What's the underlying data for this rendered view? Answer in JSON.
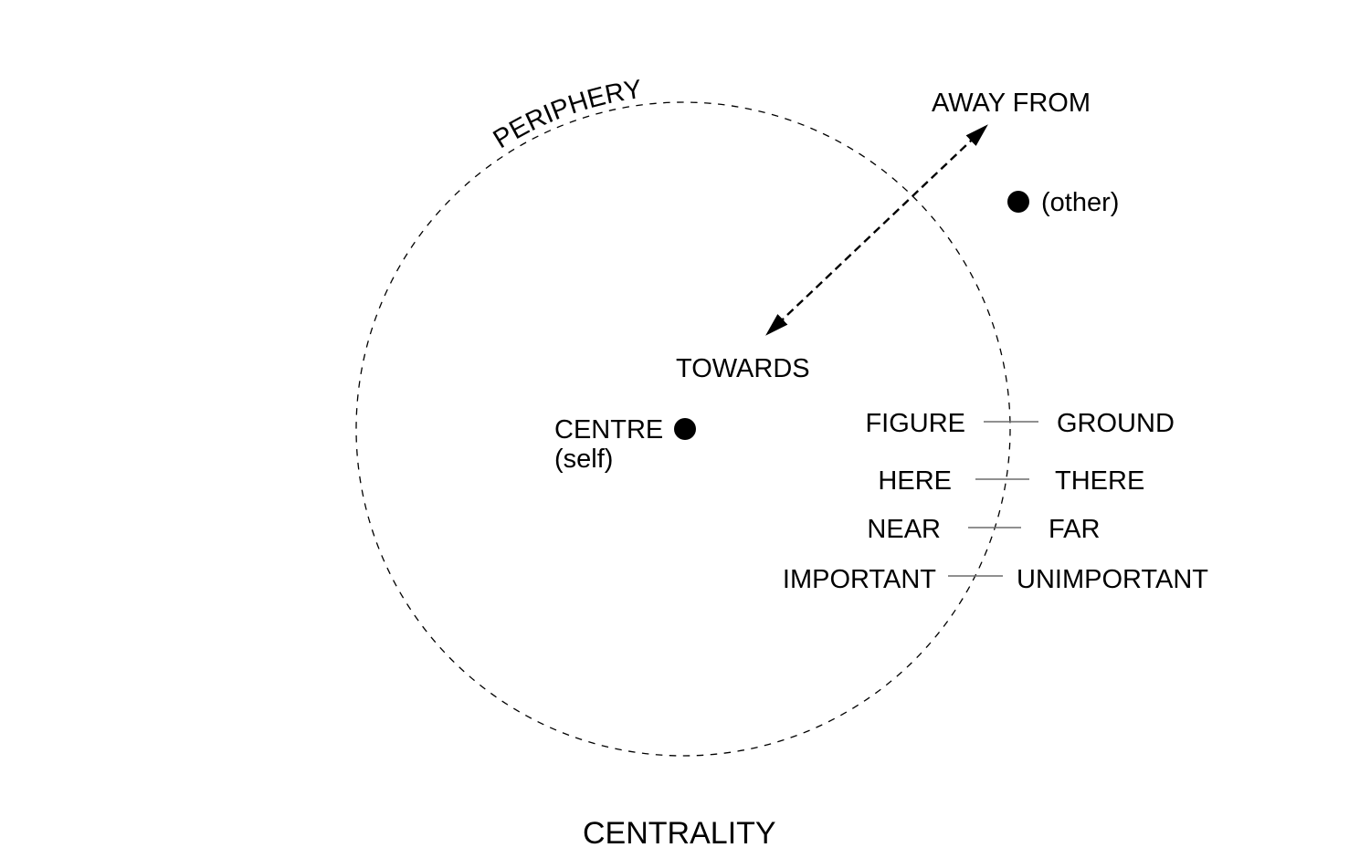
{
  "figure": {
    "caption": "CENTRALITY",
    "ink_color": "#000000",
    "connector_color": "#6b6b6b",
    "background": "#ffffff",
    "circle": {
      "arc_label": "PERIPHERY",
      "centre": {
        "label": "CENTRE",
        "sublabel": "(self)"
      }
    },
    "outside_point": {
      "label": "(other)"
    },
    "axis_arrow": {
      "outward_label": "AWAY FROM",
      "inward_label": "TOWARDS"
    },
    "opposition_pairs": [
      {
        "left": "FIGURE",
        "right": "GROUND"
      },
      {
        "left": "HERE",
        "right": "THERE"
      },
      {
        "left": "NEAR",
        "right": "FAR"
      },
      {
        "left": "IMPORTANT",
        "right": "UNIMPORTANT"
      }
    ]
  }
}
